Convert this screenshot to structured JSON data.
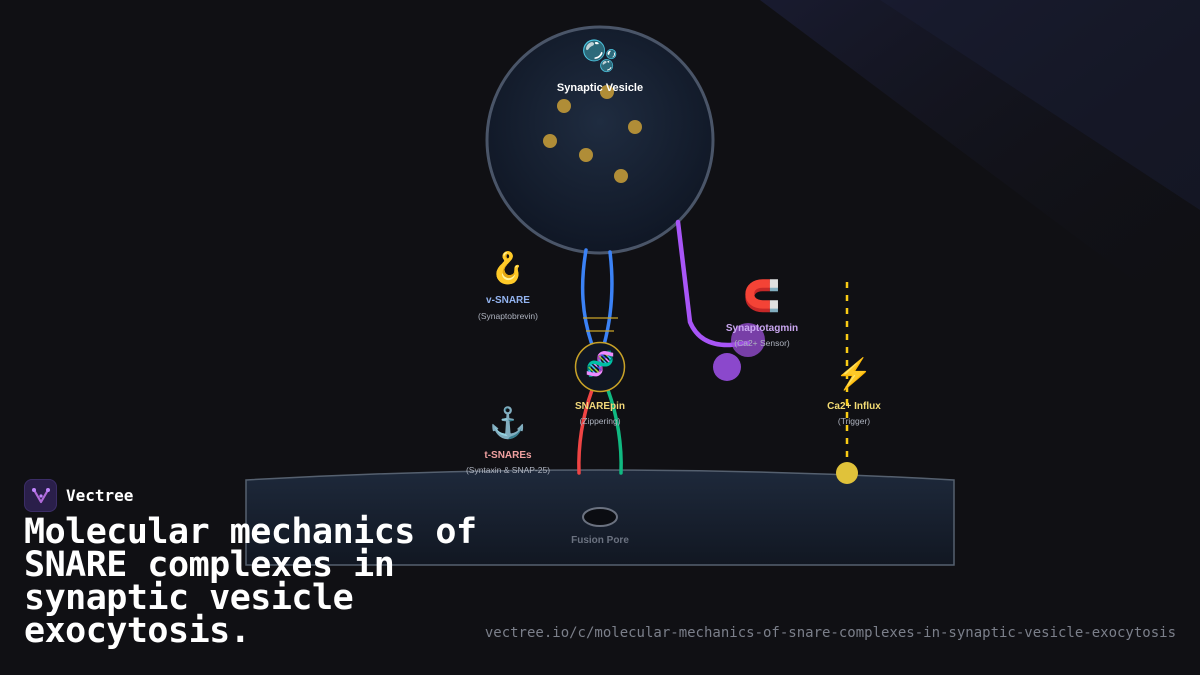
{
  "diagram": {
    "vesicle": {
      "icon": "🫧",
      "label": "Synaptic Vesicle"
    },
    "v_snare": {
      "icon": "🪝",
      "label": "v-SNARE",
      "sublabel": "(Synaptobrevin)"
    },
    "t_snares": {
      "icon": "⚓",
      "label": "t-SNAREs",
      "sublabel": "(Syntaxin & SNAP-25)"
    },
    "snarepin": {
      "icon": "🧬",
      "label": "SNAREpin",
      "sublabel": "(Zippering)"
    },
    "synaptotagmin": {
      "icon": "🧲",
      "label": "Synaptotagmin",
      "sublabel": "(Ca2+ Sensor)"
    },
    "calcium": {
      "icon": "⚡",
      "label": "Ca2+ Influx",
      "sublabel": "(Trigger)"
    },
    "fusion_pore": {
      "label": "Fusion Pore"
    },
    "colors": {
      "v_snare": "#3b82f6",
      "t_snare_red": "#ef4444",
      "t_snare_green": "#10b981",
      "synaptotagmin": "#a855f7",
      "calcium": "#facc15",
      "neurotransmitter": "#b08d37"
    }
  },
  "brand": {
    "name": "Vectree",
    "logo_icon": "vectree-logo-icon"
  },
  "headline": "Molecular mechanics of SNARE complexes in synaptic vesicle exocytosis.",
  "url": "vectree.io/c/molecular-mechanics-of-snare-complexes-in-synaptic-vesicle-exocytosis"
}
